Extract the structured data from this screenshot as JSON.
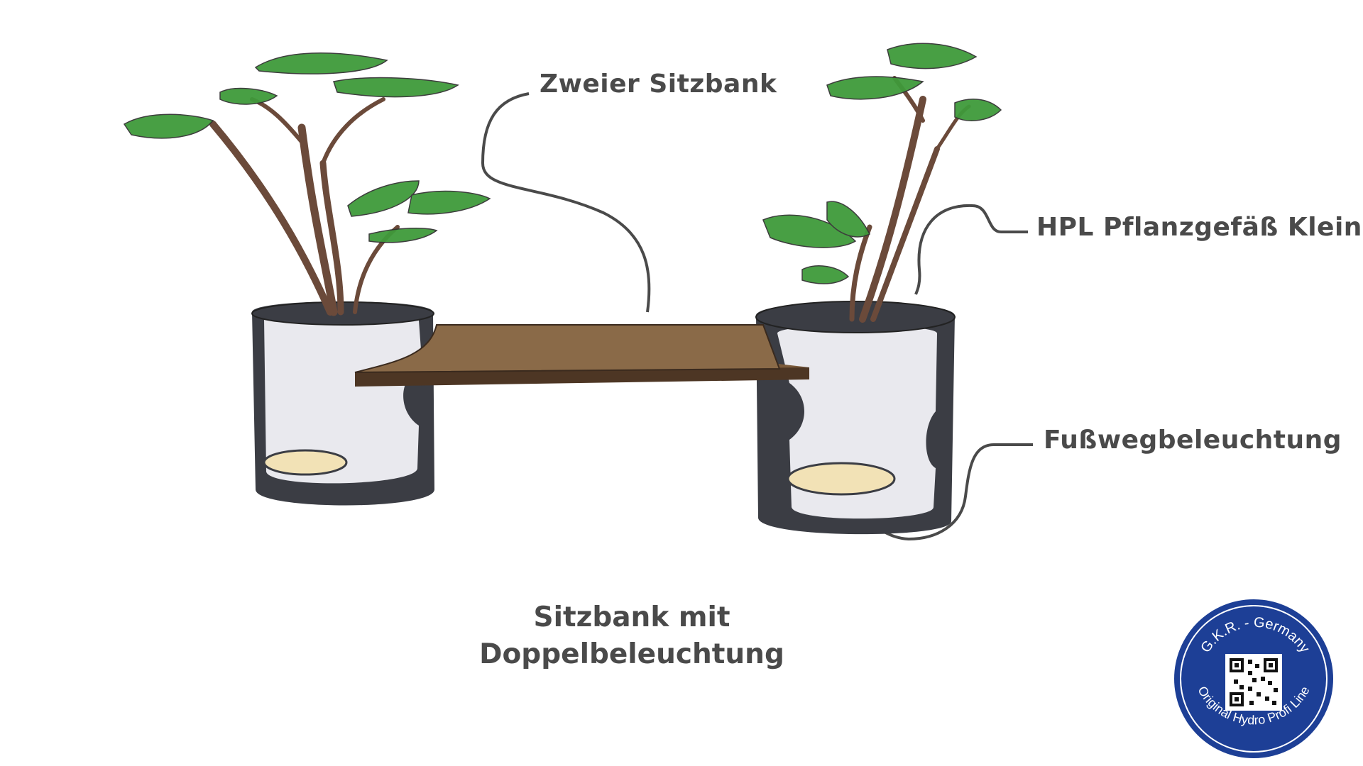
{
  "labels": {
    "bench": "Zweier Sitzbank",
    "pot": "HPL Pflanzgefäß Klein",
    "lighting": "Fußwegbeleuchtung"
  },
  "caption": {
    "line1": "Sitzbank mit",
    "line2": "Doppelbeleuchtung"
  },
  "logo": {
    "top_text": "G.K.R. - Germany",
    "bottom_text": "Original Hydro Profi Line",
    "icon": "qr-code-icon"
  },
  "colors": {
    "text": "#4a4a4a",
    "leaf": "#3f9a3a",
    "trunk": "#6b4a3a",
    "bench": "#7a5a3a",
    "pot_dark": "#3b3d44",
    "pot_light": "#e9e9ee",
    "light": "#f2e2b6",
    "logo_blue": "#1d3f96"
  }
}
